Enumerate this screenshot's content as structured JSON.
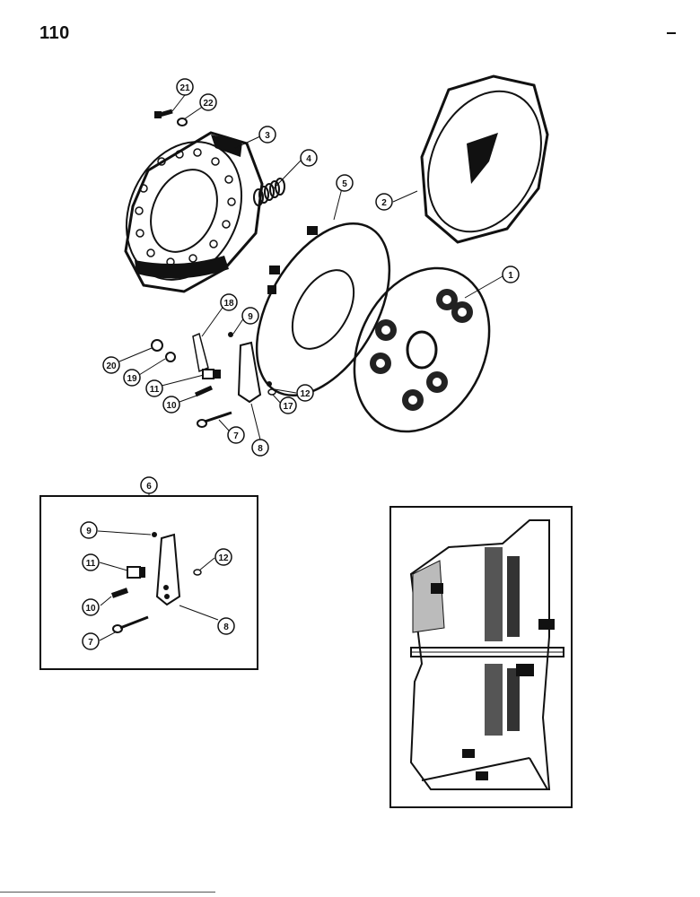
{
  "page": {
    "number": "110"
  },
  "callouts": [
    {
      "id": "c21",
      "label": "21"
    },
    {
      "id": "c22",
      "label": "22"
    },
    {
      "id": "c3",
      "label": "3"
    },
    {
      "id": "c4",
      "label": "4"
    },
    {
      "id": "c5",
      "label": "5"
    },
    {
      "id": "c2",
      "label": "2"
    },
    {
      "id": "c1",
      "label": "1"
    },
    {
      "id": "c18",
      "label": "18"
    },
    {
      "id": "c9",
      "label": "9"
    },
    {
      "id": "c20",
      "label": "20"
    },
    {
      "id": "c19",
      "label": "19"
    },
    {
      "id": "c11",
      "label": "11"
    },
    {
      "id": "c12",
      "label": "12"
    },
    {
      "id": "c17",
      "label": "17"
    },
    {
      "id": "c10",
      "label": "10"
    },
    {
      "id": "c7",
      "label": "7"
    },
    {
      "id": "c8",
      "label": "8"
    },
    {
      "id": "i6",
      "label": "6"
    },
    {
      "id": "i9",
      "label": "9"
    },
    {
      "id": "i11",
      "label": "11"
    },
    {
      "id": "i12",
      "label": "12"
    },
    {
      "id": "i10",
      "label": "10"
    },
    {
      "id": "i7",
      "label": "7"
    },
    {
      "id": "i8",
      "label": "8"
    }
  ]
}
